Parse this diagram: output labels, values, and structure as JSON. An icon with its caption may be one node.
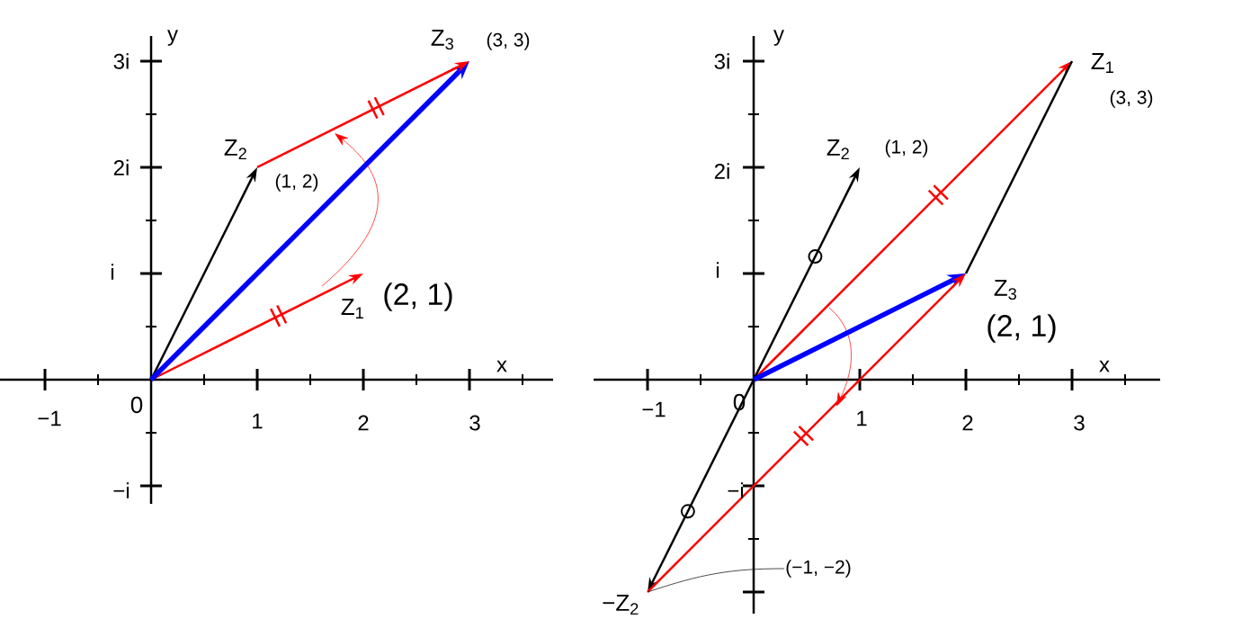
{
  "diagram": {
    "nodes": [
      {
        "text": [
          "0"
        ]
      },
      {
        "text": [
          "Z$_{1}$"
        ],
        "beside": [
          "(2, 1)"
        ]
      },
      {
        "text": [
          "Z$_{2}$"
        ],
        "beside": [
          "(1, 2)"
        ]
      },
      {
        "text": [
          "Z$_{3}$"
        ],
        "beside": [
          "(3, 3)"
        ]
      },
      {
        "text": [
          "0"
        ]
      },
      {
        "text": [
          "Z$_{1}$"
        ],
        "beside": [
          "(3, 3)"
        ]
      },
      {
        "text": [
          "Z$_{2}$"
        ],
        "beside": [
          "(1, 2)"
        ]
      },
      {
        "text": [
          "Z$_{3}$"
        ],
        "beside": [
          "(2, 1)"
        ]
      },
      {
        "text": [
          "−Z$_{2}$"
        ]
      },
      {
        "text": [
          "(−1, −2)"
        ]
      }
    ],
    "edges": [
      {
        "from": 0,
        "to": 1,
        "arrow": "to",
        "color": "#ff0000"
      },
      {
        "from": 0,
        "to": 2,
        "arrow": "to"
      },
      {
        "from": 0,
        "to": 3,
        "arrow": "to",
        "style": "thick",
        "color": "#0000ff"
      },
      {
        "from": 2,
        "to": 3,
        "arrow": "to",
        "color": "#ff0000"
      },
      {
        "from": 4,
        "to": 5,
        "arrow": "to",
        "color": "#ff0000"
      },
      {
        "from": 4,
        "to": 6,
        "arrow": "to"
      },
      {
        "from": 4,
        "to": 7,
        "arrow": "to",
        "style": "thick",
        "color": "#0000ff"
      },
      {
        "from": 7,
        "to": 5,
        "arrow": "none"
      },
      {
        "from": 4,
        "to": 8,
        "arrow": "to"
      },
      {
        "from": 8,
        "to": 7,
        "arrow": "to",
        "color": "#ff0000"
      },
      {
        "from": 9,
        "to": 8,
        "arrow": "none"
      }
    ],
    "labels": [
      "y",
      "3i",
      "2i",
      "i",
      "x",
      "−1",
      "1",
      "2",
      "3",
      "−i",
      "y",
      "3i",
      "2i",
      "i",
      "x",
      "−1",
      "1",
      "2",
      "3",
      "−i"
    ]
  }
}
